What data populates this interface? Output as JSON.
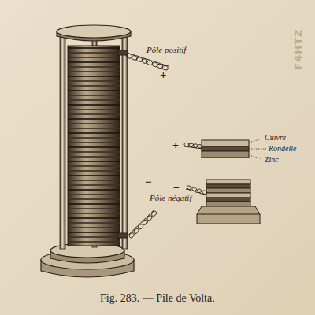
{
  "diagram": {
    "caption": "Fig. 283. — Pile de Volta.",
    "labels": [
      "Pôle positif",
      "+",
      "Cuivre",
      "Rondelle",
      "Zinc",
      "+",
      "−",
      "Pôle négatif",
      "−",
      "F4HTZ"
    ]
  }
}
